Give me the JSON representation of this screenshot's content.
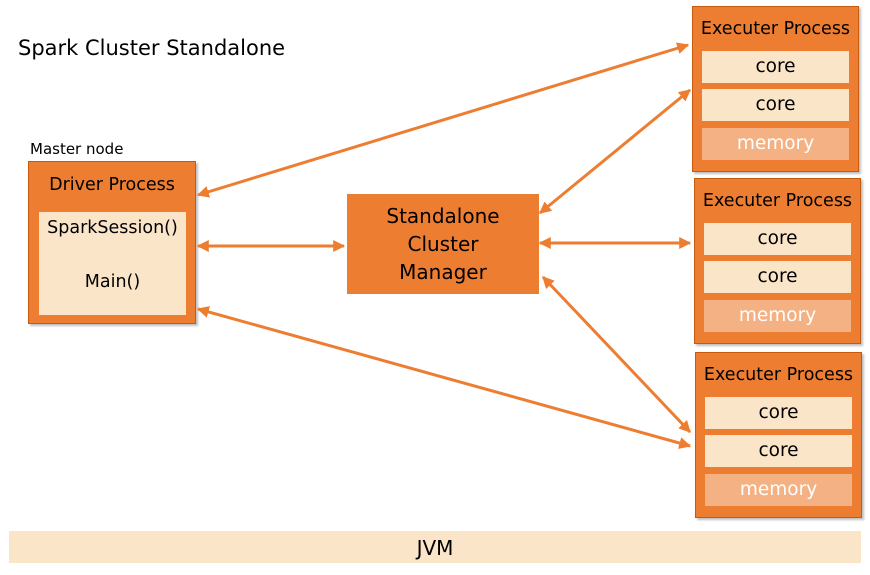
{
  "title": "Spark Cluster Standalone",
  "master_label": "Master node",
  "driver": {
    "title": "Driver Process",
    "session": "SparkSession()",
    "main": "Main()"
  },
  "manager": {
    "lines": [
      "Standalone",
      "Cluster",
      "Manager"
    ]
  },
  "executers": [
    {
      "title": "Executer Process",
      "slots": [
        "core",
        "core",
        "memory"
      ]
    },
    {
      "title": "Executer Process",
      "slots": [
        "core",
        "core",
        "memory"
      ]
    },
    {
      "title": "Executer Process",
      "slots": [
        "core",
        "core",
        "memory"
      ]
    }
  ],
  "jvm_label": "JVM",
  "colors": {
    "box": "#ed7d31",
    "inner": "#fbe5c8",
    "memory": "#f4b183",
    "arrow": "#ed7d31"
  }
}
